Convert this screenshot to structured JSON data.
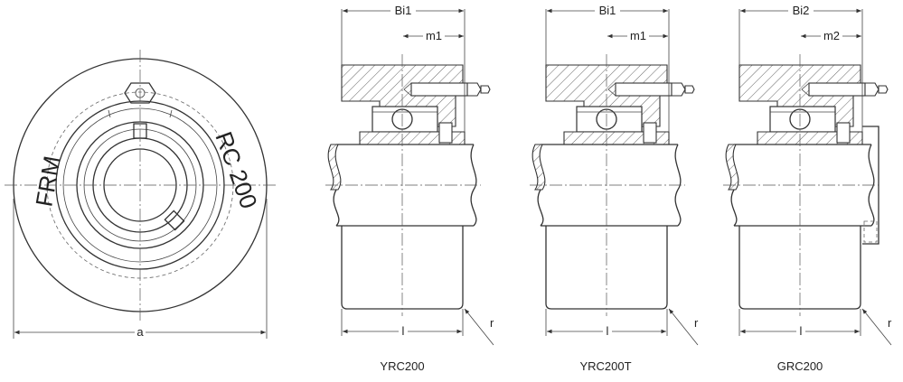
{
  "front_view": {
    "text_left": "FRM",
    "text_right": "RC 200",
    "dim_a": "a"
  },
  "views": [
    {
      "caption": "YRC200",
      "dim_width": "Bi1",
      "dim_offset": "m1",
      "dim_length": "l",
      "dim_radius": "r"
    },
    {
      "caption": "YRC200T",
      "dim_width": "Bi1",
      "dim_offset": "m1",
      "dim_length": "l",
      "dim_radius": "r"
    },
    {
      "caption": "GRC200",
      "dim_width": "Bi2",
      "dim_offset": "m2",
      "dim_length": "l",
      "dim_radius": "r"
    }
  ]
}
